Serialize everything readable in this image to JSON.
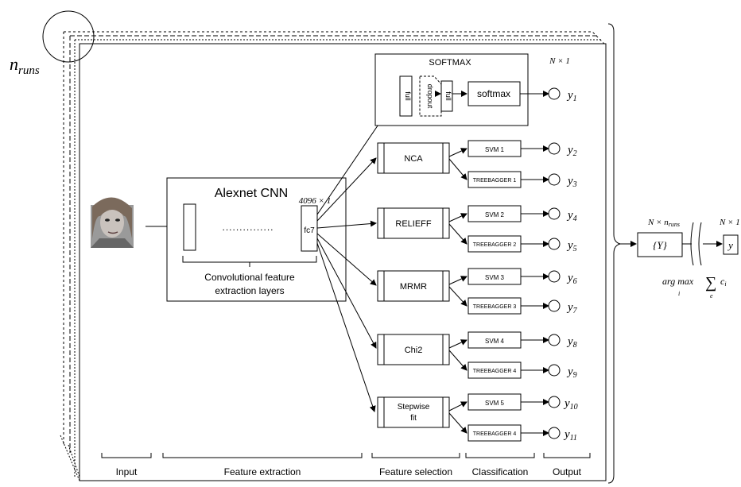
{
  "n_runs": {
    "base": "n",
    "sub": "runs"
  },
  "softmax": {
    "title": "SOFTMAX",
    "full1": "full",
    "dropout": "dropout",
    "full2": "full",
    "softmax_label": "softmax",
    "dims": "N × 1"
  },
  "cnn": {
    "title": "Alexnet CNN",
    "dots": "...............",
    "fc7": "fc7",
    "dims": "4096 × 1",
    "caption_line1": "Convolutional feature",
    "caption_line2": "extraction layers"
  },
  "selectors": [
    "NCA",
    "RELIEFF",
    "MRMR",
    "Chi2"
  ],
  "stepwise": {
    "line1": "Stepwise",
    "line2": "fit"
  },
  "classifiers": [
    "SVM 1",
    "TREEBAGGER 1",
    "SVM 2",
    "TREEBAGGER 2",
    "SVM 3",
    "TREEBAGGER 3",
    "SVM 4",
    "TREEBAGGER 4",
    "SVM 5",
    "TREEBAGGER 4"
  ],
  "outputs": [
    {
      "base": "y",
      "sub": "1"
    },
    {
      "base": "y",
      "sub": "2"
    },
    {
      "base": "y",
      "sub": "3"
    },
    {
      "base": "y",
      "sub": "4"
    },
    {
      "base": "y",
      "sub": "5"
    },
    {
      "base": "y",
      "sub": "6"
    },
    {
      "base": "y",
      "sub": "7"
    },
    {
      "base": "y",
      "sub": "8"
    },
    {
      "base": "y",
      "sub": "9"
    },
    {
      "base": "y",
      "sub": "10"
    },
    {
      "base": "y",
      "sub": "11"
    }
  ],
  "bottom_labels": [
    "Input",
    "Feature extraction",
    "Feature selection",
    "Classification",
    "Output"
  ],
  "aggregation": {
    "top_left": "N × n",
    "top_left_sub": "runs",
    "set": "{Y}",
    "top_right": "N × 1",
    "result": "y",
    "formula_main": "arg max",
    "formula_i": "i",
    "formula_sum": "∑",
    "formula_e": "e",
    "formula_ci": "c",
    "formula_ci_sub": "i"
  }
}
